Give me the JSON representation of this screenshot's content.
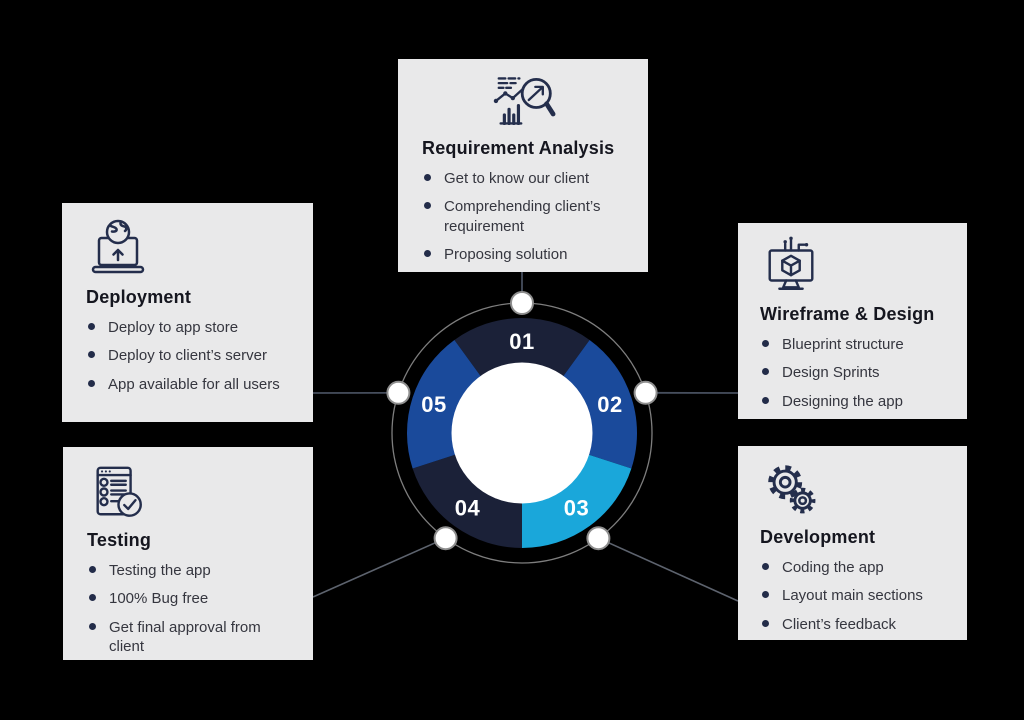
{
  "cycle": {
    "steps": [
      {
        "number": "01",
        "label": "Requirement Analysis",
        "color": "#1b2138"
      },
      {
        "number": "02",
        "label": "Wireframe & Design",
        "color": "#1a4a9b"
      },
      {
        "number": "03",
        "label": "Development",
        "color": "#1aa7da"
      },
      {
        "number": "04",
        "label": "Testing",
        "color": "#1b2138"
      },
      {
        "number": "05",
        "label": "Deployment",
        "color": "#1a4a9b"
      }
    ]
  },
  "panels": [
    {
      "title": "Requirement Analysis",
      "icon": "chart-magnifier-icon",
      "bullets": [
        "Get to know our client",
        "Comprehending client’s requirement",
        "Proposing solution"
      ]
    },
    {
      "title": "Wireframe & Design",
      "icon": "monitor-cube-icon",
      "bullets": [
        "Blueprint structure",
        "Design Sprints",
        "Designing the app"
      ]
    },
    {
      "title": "Development",
      "icon": "gears-icon",
      "bullets": [
        "Coding the app",
        "Layout main sections",
        "Client’s feedback"
      ]
    },
    {
      "title": "Testing",
      "icon": "checklist-icon",
      "bullets": [
        "Testing the app",
        "100% Bug free",
        "Get final approval from client"
      ]
    },
    {
      "title": "Deployment",
      "icon": "laptop-globe-upload-icon",
      "bullets": [
        "Deploy to app store",
        "Deploy to client’s server",
        "App available for all users"
      ]
    }
  ],
  "colors": {
    "background": "#000000",
    "panel_bg": "#e9e9ea",
    "title_text": "#15161f",
    "bullet_text": "#35363f",
    "bullet_dot": "#232c49",
    "icon_stroke": "#242e4c",
    "outer_ring": "#7e7e7e",
    "connector": "#464e5d",
    "connector_diagonal": "#5d636e",
    "node_fill": "#ffffff",
    "node_border": "#8e8e8e",
    "number_text": "#ffffff",
    "donut_inner": "#ffffff"
  }
}
